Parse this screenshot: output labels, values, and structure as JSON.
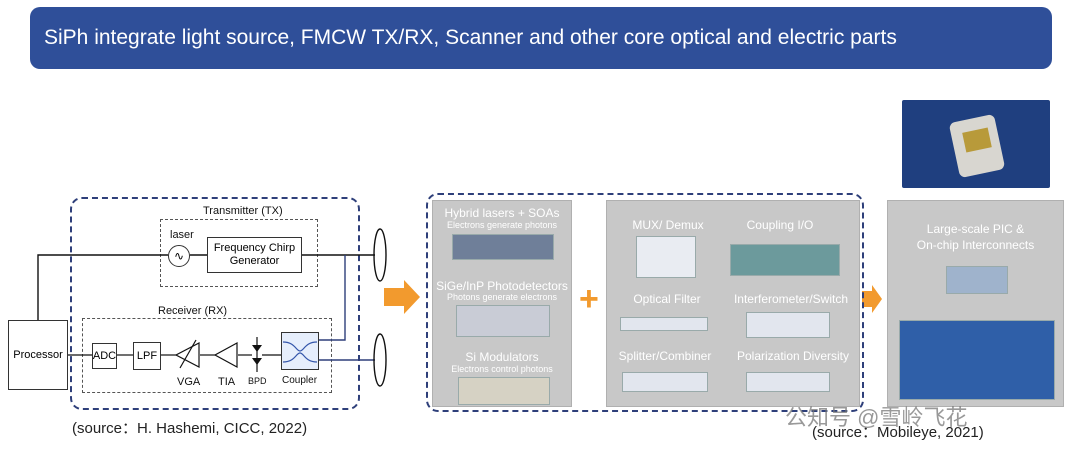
{
  "banner": {
    "title": "SiPh integrate light source, FMCW TX/RX, Scanner and other core optical and electric parts"
  },
  "left": {
    "processor": "Processor",
    "transmitter": "Transmitter (TX)",
    "laser": "laser",
    "fcg_line1": "Frequency Chirp",
    "fcg_line2": "Generator",
    "receiver": "Receiver (RX)",
    "adc": "ADC",
    "lpf": "LPF",
    "vga": "VGA",
    "tia": "TIA",
    "bpd": "BPD",
    "coupler": "Coupler",
    "source": "(source：H. Hashemi, CICC, 2022)"
  },
  "middle": {
    "p1_title": "Hybrid lasers + SOAs",
    "p1_sub": "Electrons generate photons",
    "p2_title": "SiGe/InP Photodetectors",
    "p2_sub": "Photons generate electrons",
    "p3_title": "Si Modulators",
    "p3_sub": "Electrons control photons",
    "plus": "+",
    "mux": "MUX/ Demux",
    "coupling": "Coupling I/O",
    "filter": "Optical Filter",
    "interferometer": "Interferometer/Switch",
    "splitter": "Splitter/Combiner",
    "polarization": "Polarization Diversity"
  },
  "right": {
    "line1": "Large-scale PIC &",
    "line2": "On-chip Interconnects",
    "source": "(source：Mobileye, 2021)"
  },
  "watermark": "公知号 @雪岭飞花",
  "colors": {
    "banner": "#2f4f99",
    "accent": "#f29a2e",
    "panel": "#c8c8c8"
  }
}
